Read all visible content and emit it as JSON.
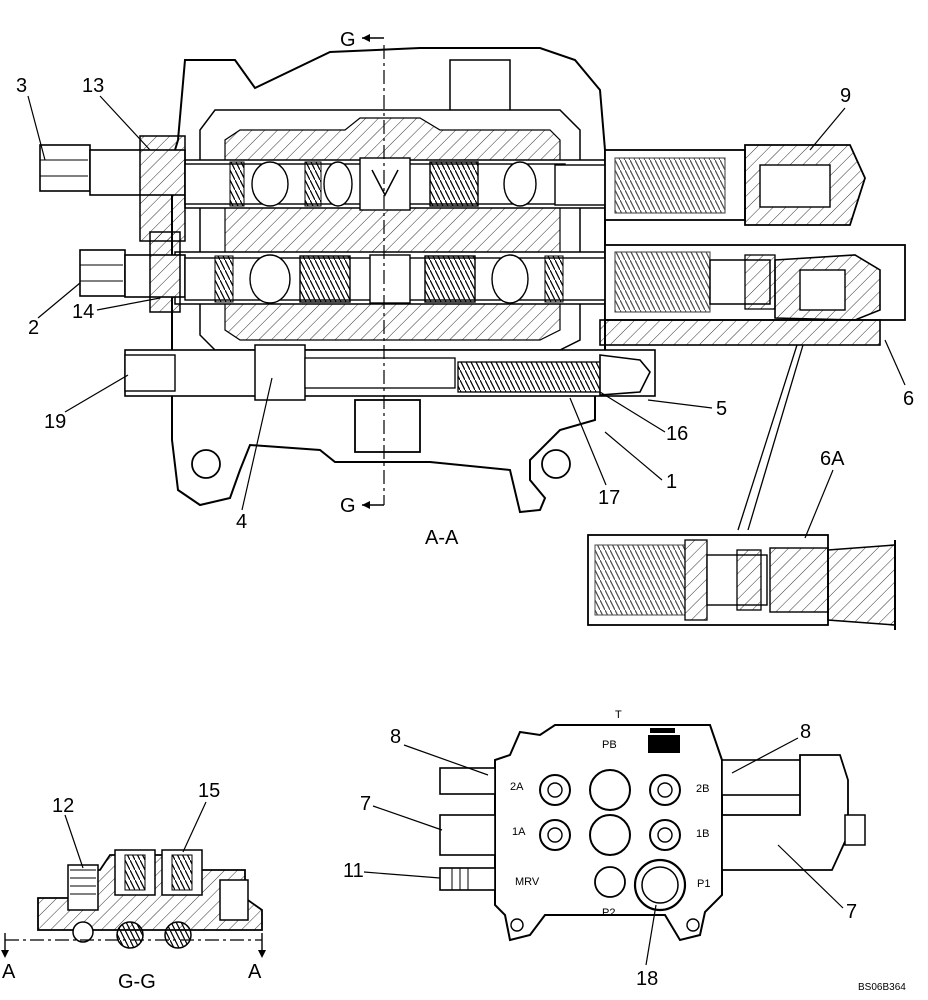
{
  "drawing": {
    "code": "BS06B364",
    "colors": {
      "ink": "#000000",
      "paper": "#ffffff"
    }
  },
  "views": {
    "section_aa": {
      "label": "A-A"
    },
    "section_gg": {
      "label": "G-G"
    },
    "detail_6a": {
      "label": "6A"
    },
    "exterior": {
      "ports": [
        "PB",
        "2A",
        "2B",
        "1A",
        "1B",
        "MRV",
        "P1",
        "P2",
        "T"
      ]
    }
  },
  "section_markers": {
    "g_top": "G",
    "g_bottom": "G",
    "a_left": "A",
    "a_right": "A"
  },
  "callouts": {
    "c3": "3",
    "c13": "13",
    "c9": "9",
    "c2": "2",
    "c14": "14",
    "c19": "19",
    "c4": "4",
    "c5": "5",
    "c16": "16",
    "c17": "17",
    "c1": "1",
    "c6": "6",
    "c12": "12",
    "c15": "15",
    "c8_left": "8",
    "c8_right": "8",
    "c7_left": "7",
    "c7_right": "7",
    "c11": "11",
    "c18": "18"
  }
}
